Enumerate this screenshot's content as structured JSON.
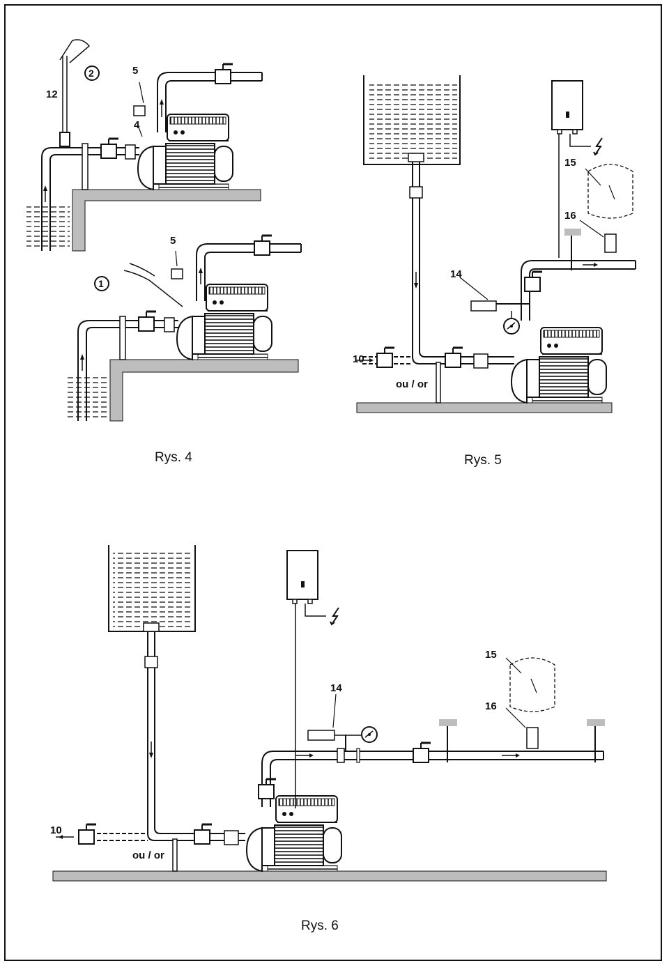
{
  "figures": {
    "fig4": {
      "caption": "Rys. 4",
      "labels": {
        "l12": "12",
        "l2": "2",
        "l5top": "5",
        "l4": "4",
        "l5bottom": "5",
        "l1": "1"
      }
    },
    "fig5": {
      "caption": "Rys. 5",
      "labels": {
        "l15": "15",
        "l16": "16",
        "l14": "14",
        "l10": "10",
        "ouor": "ou / or"
      }
    },
    "fig6": {
      "caption": "Rys. 6",
      "labels": {
        "l15": "15",
        "l16": "16",
        "l14": "14",
        "l10": "10",
        "ouor": "ou / or"
      }
    }
  }
}
